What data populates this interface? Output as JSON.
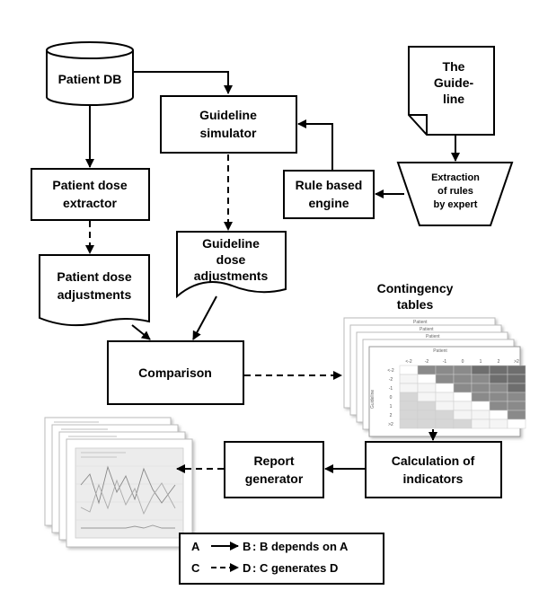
{
  "nodes": {
    "patient_db": {
      "lines": [
        "Patient DB"
      ]
    },
    "guideline": {
      "lines": [
        "The",
        "Guide-",
        "line"
      ]
    },
    "guideline_simulator": {
      "lines": [
        "Guideline",
        "simulator"
      ]
    },
    "rule_engine": {
      "lines": [
        "Rule based",
        "engine"
      ]
    },
    "extraction": {
      "lines": [
        "Extraction",
        "of rules",
        "by expert"
      ]
    },
    "patient_dose_extractor": {
      "lines": [
        "Patient dose",
        "extractor"
      ]
    },
    "guideline_dose_adjustments": {
      "lines": [
        "Guideline",
        "dose",
        "adjustments"
      ]
    },
    "patient_dose_adjustments": {
      "lines": [
        "Patient dose",
        "adjustments"
      ]
    },
    "comparison": {
      "lines": [
        "Comparison"
      ]
    },
    "contingency_tables": {
      "lines": [
        "Contingency",
        "tables"
      ]
    },
    "calculation": {
      "lines": [
        "Calculation of",
        "indicators"
      ]
    },
    "report_generator": {
      "lines": [
        "Report",
        "generator"
      ]
    }
  },
  "contingency_table": {
    "header_label": "Patient",
    "side_label": "Guideline",
    "col_labels": [
      "<-2",
      "-2",
      "-1",
      "0",
      "1",
      "2",
      ">2"
    ],
    "row_labels": [
      "<-2",
      "-2",
      "-1",
      "0",
      "1",
      "2",
      ">2"
    ]
  },
  "legend": {
    "solid": {
      "from": "A",
      "to": "B",
      "text": ": B depends on A"
    },
    "dashed": {
      "from": "C",
      "to": "D",
      "text": ": C generates D"
    }
  }
}
